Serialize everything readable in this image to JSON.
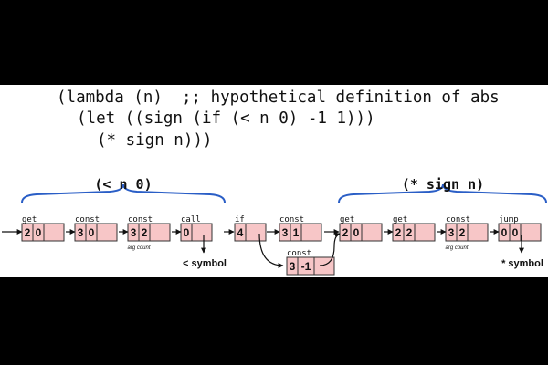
{
  "code": {
    "line1": "(lambda (n)  ;; hypothetical definition of abs",
    "line2": "(let ((sign (if (< n 0) -1 1)))",
    "line3": "(* sign n)))"
  },
  "groups": [
    {
      "label": "(< n 0)"
    },
    {
      "label": "(* sign n)"
    }
  ],
  "nodes": [
    {
      "op": "get",
      "vals": [
        "2",
        "0"
      ]
    },
    {
      "op": "const",
      "vals": [
        "3",
        "0"
      ]
    },
    {
      "op": "const",
      "vals": [
        "3",
        "2"
      ],
      "note": "arg count"
    },
    {
      "op": "call",
      "vals": [
        "0"
      ],
      "target": "< symbol"
    },
    {
      "op": "if",
      "vals": [
        "4"
      ]
    },
    {
      "op": "const",
      "vals": [
        "3",
        "1"
      ]
    },
    {
      "op": "get",
      "vals": [
        "2",
        "0"
      ]
    },
    {
      "op": "get",
      "vals": [
        "2",
        "2"
      ]
    },
    {
      "op": "const",
      "vals": [
        "3",
        "2"
      ],
      "note": "arg count"
    },
    {
      "op": "jump",
      "vals": [
        "0",
        "0"
      ],
      "target": "* symbol"
    }
  ],
  "branch_node": {
    "op": "const",
    "vals": [
      "3",
      "-1"
    ]
  },
  "colors": {
    "cell_fill": "#f7c6c7",
    "cell_stroke": "#333333",
    "brace": "#2a5ec6",
    "background": "#000000",
    "panel": "#ffffff"
  }
}
